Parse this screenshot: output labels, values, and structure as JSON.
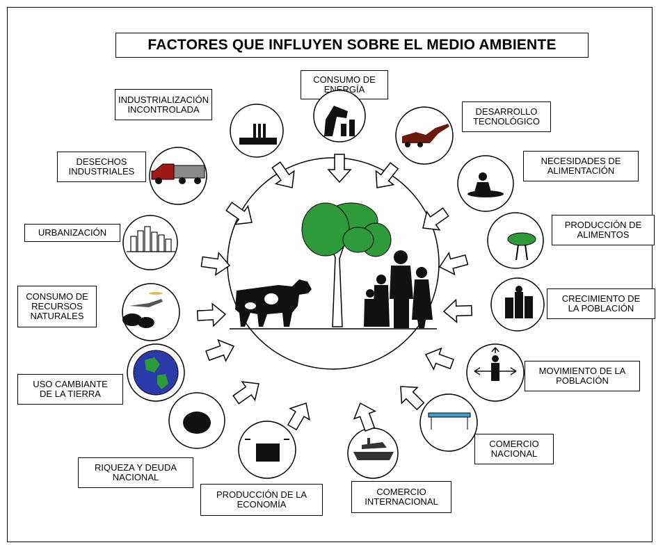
{
  "title": "FACTORES QUE INFLUYEN SOBRE EL MEDIO AMBIENTE",
  "factors": [
    {
      "id": "consumo-energia",
      "label": "CONSUMO DE\nENERGÍA"
    },
    {
      "id": "industrializacion",
      "label": "INDUSTRIALIZACIÓN\nINCONTROLADA"
    },
    {
      "id": "desarrollo",
      "label": "DESARROLLO\nTECNOLÓGICO"
    },
    {
      "id": "desechos",
      "label": "DESECHOS\nINDUSTRIALES"
    },
    {
      "id": "necesidades",
      "label": "NECESIDADES DE\nALIMENTACIÓN"
    },
    {
      "id": "urbanizacion",
      "label": "URBANIZACIÓN"
    },
    {
      "id": "produccion-alimentos",
      "label": "PRODUCCIÓN DE\nALIMENTOS"
    },
    {
      "id": "recursos",
      "label": "CONSUMO DE\nRECURSOS\nNATURALES"
    },
    {
      "id": "crecimiento",
      "label": "CRECIMIENTO DE\nLA POBLACIÓN"
    },
    {
      "id": "uso-tierra",
      "label": "USO CAMBIANTE\nDE LA TIERRA"
    },
    {
      "id": "movimiento",
      "label": "MOVIMIENTO DE LA\nPOBLACIÓN"
    },
    {
      "id": "comercio-nacional",
      "label": "COMERCIO\nNACIONAL"
    },
    {
      "id": "riqueza",
      "label": "RIQUEZA Y DEUDA\nNACIONAL"
    },
    {
      "id": "produccion-economia",
      "label": "PRODUCCIÓN DE LA\nECONOMÍA"
    },
    {
      "id": "comercio-internacional",
      "label": "COMERCIO\nINTERNACIONAL"
    }
  ],
  "colors": {
    "tree_green": "#2e9a3a",
    "globe_blue": "#2a3aa8",
    "globe_land": "#2e9a3a",
    "ink": "#000000"
  }
}
